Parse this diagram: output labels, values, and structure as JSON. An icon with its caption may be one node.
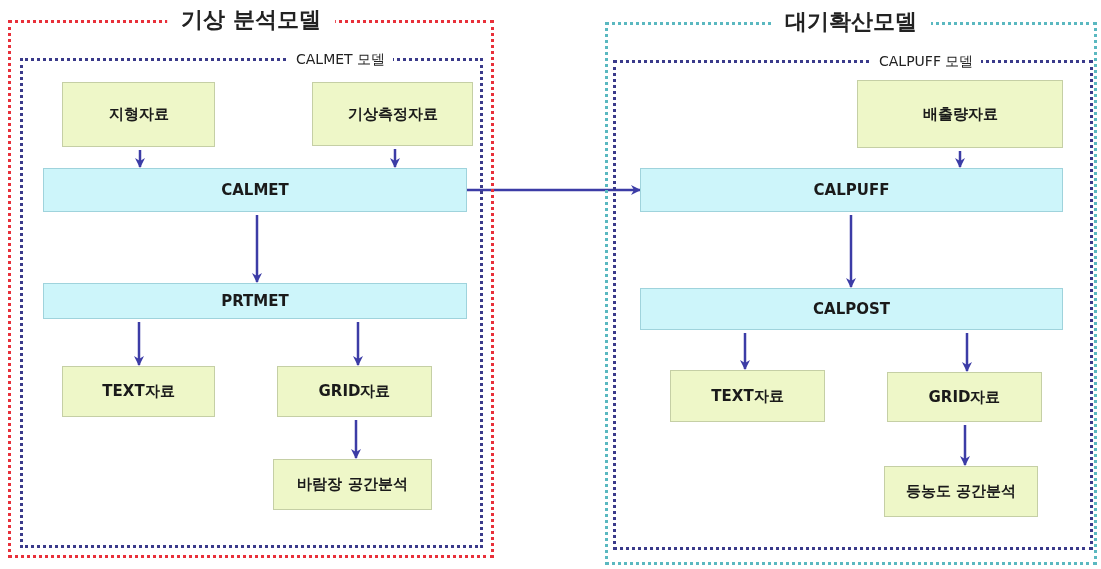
{
  "diagram": {
    "nodes": [
      {
        "text": [
          "기상 분석모델"
        ]
      },
      {
        "text": [
          "CALMET 모델"
        ],
        "in": 0
      },
      {
        "text": [
          "지형자료"
        ],
        "in": 1
      },
      {
        "text": [
          "기상측정자료"
        ],
        "in": 1
      },
      {
        "text": [
          "CALMET"
        ],
        "in": 1
      },
      {
        "text": [
          "PRTMET"
        ],
        "in": 1
      },
      {
        "text": [
          "TEXT자료"
        ],
        "in": 1
      },
      {
        "text": [
          "GRID자료"
        ],
        "in": 1
      },
      {
        "text": [
          "바람장 공간분석"
        ],
        "in": 1
      },
      {
        "text": [
          "대기확산모델"
        ]
      },
      {
        "text": [
          "CALPUFF 모델"
        ],
        "in": 9
      },
      {
        "text": [
          "배출량자료"
        ],
        "in": 10
      },
      {
        "text": [
          "CALPUFF"
        ],
        "in": 10
      },
      {
        "text": [
          "CALPOST"
        ],
        "in": 10
      },
      {
        "text": [
          "TEXT자료"
        ],
        "in": 10
      },
      {
        "text": [
          "GRID자료"
        ],
        "in": 10
      },
      {
        "text": [
          "등농도 공간분석"
        ],
        "in": 10
      }
    ],
    "edges": [
      {
        "from": 2,
        "to": 4,
        "arrow": "to"
      },
      {
        "from": 3,
        "to": 4,
        "arrow": "to"
      },
      {
        "from": 4,
        "to": 5,
        "arrow": "to"
      },
      {
        "from": 5,
        "to": 6,
        "arrow": "to"
      },
      {
        "from": 5,
        "to": 7,
        "arrow": "to"
      },
      {
        "from": 7,
        "to": 8,
        "arrow": "to"
      },
      {
        "from": 4,
        "to": 12,
        "arrow": "to"
      },
      {
        "from": 11,
        "to": 12,
        "arrow": "to"
      },
      {
        "from": 12,
        "to": 13,
        "arrow": "to"
      },
      {
        "from": 13,
        "to": 14,
        "arrow": "to"
      },
      {
        "from": 13,
        "to": 15,
        "arrow": "to"
      },
      {
        "from": 15,
        "to": 16,
        "arrow": "to"
      }
    ]
  }
}
